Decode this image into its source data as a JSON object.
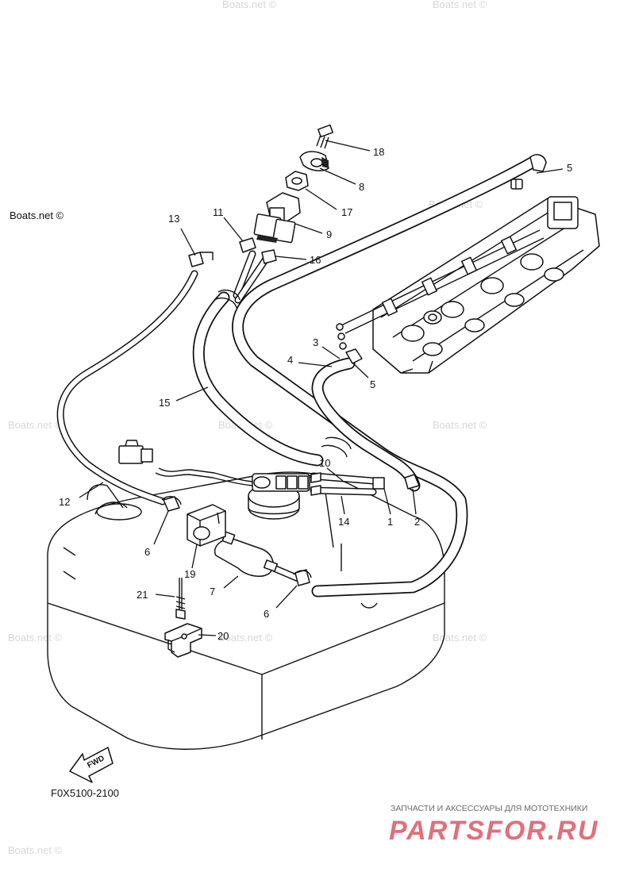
{
  "diagram": {
    "drawing_code": "F0X5100-2100",
    "fwd_label": "FWD",
    "watermark": "Boats.net ©",
    "brand": {
      "tagline": "ЗАПЧАСТИ И АКСЕССУАРЫ ДЛЯ МОТОТЕХНИКИ",
      "logo": "PARTSFOR.RU"
    },
    "callouts": {
      "c1": "1",
      "c2": "2",
      "c3": "3",
      "c4": "4",
      "c5a": "5",
      "c5b": "5",
      "c6a": "6",
      "c6b": "6",
      "c7": "7",
      "c8": "8",
      "c9": "9",
      "c10": "10",
      "c11": "11",
      "c12": "12",
      "c13": "13",
      "c14": "14",
      "c15": "15",
      "c16": "16",
      "c17": "17",
      "c18": "18",
      "c19": "19",
      "c20": "20",
      "c21": "21"
    }
  }
}
